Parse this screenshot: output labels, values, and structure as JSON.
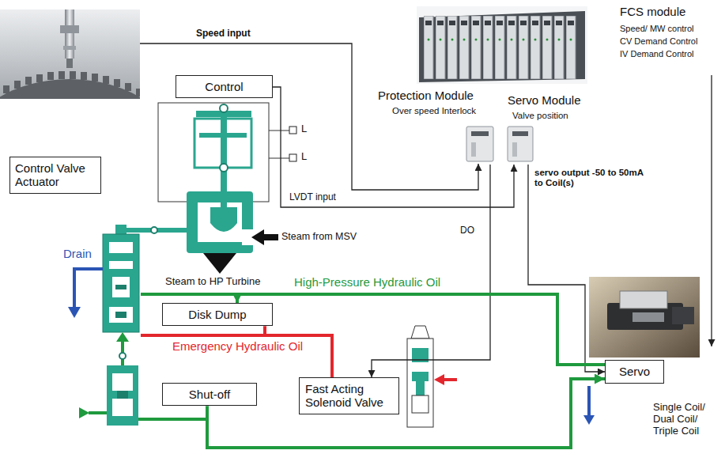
{
  "diagram": {
    "nodes": [
      {
        "text": [
          "FCS module",
          "Speed/ MW control",
          "CV Demand Control",
          "IV Demand Control"
        ]
      },
      {
        "text": [
          "Control"
        ]
      },
      {
        "text": [
          "Protection Module",
          "Over speed Interlock"
        ]
      },
      {
        "text": [
          "Servo Module",
          "Valve position"
        ]
      },
      {
        "text": [
          "Control Valve Actuator"
        ]
      },
      {
        "text": [
          "Disk Dump"
        ]
      },
      {
        "text": [
          "Shut-off"
        ]
      },
      {
        "text": [
          "Fast Acting Solenoid Valve"
        ]
      },
      {
        "text": [
          "Servo"
        ]
      }
    ],
    "edges": [
      {
        "from": 1,
        "to": 3,
        "arrow": "to",
        "label": "LVDT input"
      },
      {
        "from": 2,
        "to": 7,
        "arrow": "to",
        "label": "DO"
      },
      {
        "from": 3,
        "to": 8,
        "arrow": "to",
        "label": "servo output -50 to 50mA to Coil(s)"
      },
      {
        "from": 8,
        "to": 5,
        "arrow": "to",
        "label": "High-Pressure Hydraulic Oil"
      },
      {
        "from": 7,
        "to": 5,
        "arrow": "none",
        "label": "Emergency Hydraulic Oil"
      },
      {
        "from": 6,
        "to": 8,
        "arrow": "to"
      }
    ],
    "labels": [
      "Speed input",
      "L",
      "L",
      "Steam from MSV",
      "Drain",
      "Steam to HP Turbine",
      "Single Coil/ Dual Coil/ Triple Coil"
    ]
  }
}
